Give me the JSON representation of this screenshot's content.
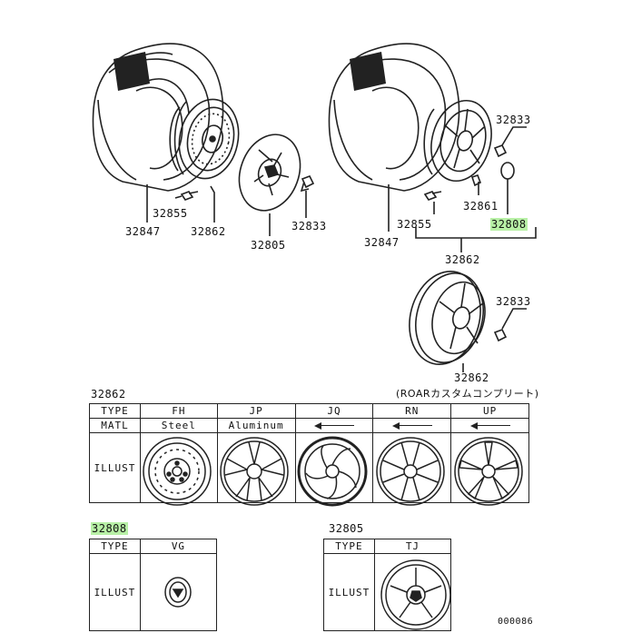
{
  "callouts": {
    "left_tire": "32847",
    "left_valve": "32855",
    "left_wheel": "32862",
    "left_cap": "32805",
    "left_nut": "32833",
    "right_nut": "32833",
    "right_cap_nut": "32861",
    "right_ornament": "32808",
    "right_valve": "32855",
    "right_tire": "32847",
    "right_wheel": "32862",
    "lower_nut": "32833",
    "lower_wheel": "32862"
  },
  "table1": {
    "part": "32862",
    "note": "(ROARカスタムコンプリート)",
    "row_type": "TYPE",
    "row_matl": "MATL",
    "row_illust": "ILLUST",
    "types": [
      "FH",
      "JP",
      "JQ",
      "RN",
      "UP"
    ],
    "materials": [
      "Steel",
      "Aluminum"
    ]
  },
  "table2": {
    "part": "32808",
    "row_type": "TYPE",
    "row_illust": "ILLUST",
    "type": "VG"
  },
  "table3": {
    "part": "32805",
    "row_type": "TYPE",
    "row_illust": "ILLUST",
    "type": "TJ"
  },
  "diagram_code": "000086",
  "colors": {
    "highlight": "#b8f0a6",
    "line": "#222222"
  }
}
